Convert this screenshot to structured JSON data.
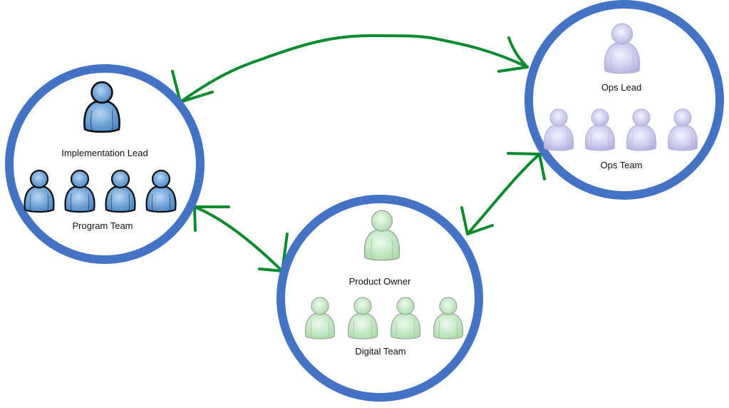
{
  "colors": {
    "ring": "#4472c4",
    "arrow": "#0b8a2e",
    "blue_person": "#5f97cf",
    "blue_outline": "#111111",
    "purple_person": "#c7c6e8",
    "purple_outline": "#b5b4d8",
    "green_person": "#bfe6bf",
    "green_outline": "#9aa89a"
  },
  "groups": [
    {
      "id": "program",
      "lead_label": "Implementation Lead",
      "team_label": "Program Team",
      "icon": "person-icon",
      "member_count": 4,
      "palette": "blue"
    },
    {
      "id": "ops",
      "lead_label": "Ops Lead",
      "team_label": "Ops Team",
      "icon": "person-icon",
      "member_count": 4,
      "palette": "purple"
    },
    {
      "id": "digital",
      "lead_label": "Product Owner",
      "team_label": "Digital Team",
      "icon": "person-icon",
      "member_count": 4,
      "palette": "green"
    }
  ],
  "connections": [
    {
      "from": "program",
      "to": "ops",
      "type": "bidirectional"
    },
    {
      "from": "program",
      "to": "digital",
      "type": "bidirectional"
    },
    {
      "from": "digital",
      "to": "ops",
      "type": "bidirectional"
    }
  ]
}
